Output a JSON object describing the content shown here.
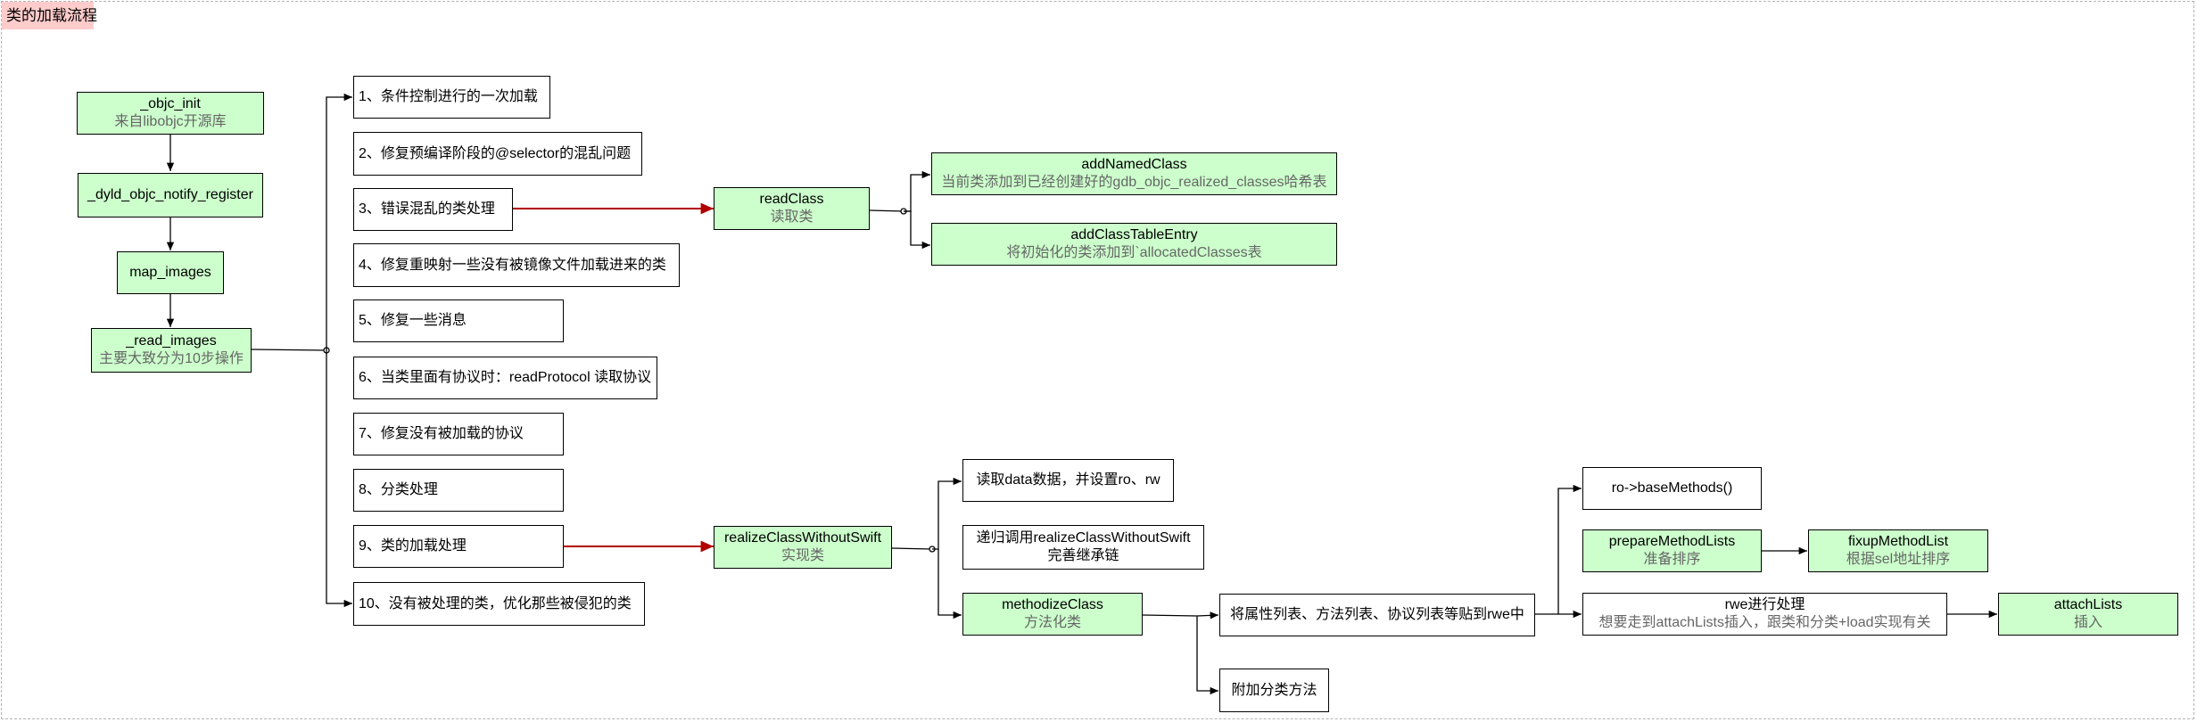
{
  "title": "类的加载流程",
  "colors": {
    "node_fill": "#ccffcc",
    "title_fill": "#ffcccc",
    "red_edge": "#b20000",
    "sub_text": "#666666"
  },
  "flow": {
    "objc_init": {
      "label": "_objc_init",
      "sub": "来自libobjc开源库"
    },
    "dyld_notify": {
      "label": "_dyld_objc_notify_register"
    },
    "map_images": {
      "label": "map_images"
    },
    "read_images": {
      "label": "_read_images",
      "sub": "主要大致分为10步操作"
    }
  },
  "steps": [
    "1、条件控制进行的一次加载",
    "2、修复预编译阶段的@selector的混乱问题",
    "3、错误混乱的类处理",
    "4、修复重映射一些没有被镜像文件加载进来的类",
    "5、修复一些消息",
    "6、当类里面有协议时：readProtocol 读取协议",
    "7、修复没有被加载的协议",
    "8、分类处理",
    "9、类的加载处理",
    "10、没有被处理的类，优化那些被侵犯的类"
  ],
  "read_class": {
    "label": "readClass",
    "sub": "读取类",
    "add_named": {
      "label": "addNamedClass",
      "sub": "当前类添加到已经创建好的gdb_objc_realized_classes哈希表"
    },
    "add_table": {
      "label": "addClassTableEntry",
      "sub": "将初始化的类添加到`allocatedClasses表"
    }
  },
  "realize": {
    "label": "realizeClassWithoutSwift",
    "sub": "实现类",
    "read_data": "读取data数据，并设置ro、rw",
    "recursive": {
      "line1": "递归调用realizeClassWithoutSwift",
      "line2": "完善继承链"
    },
    "methodize": {
      "label": "methodizeClass",
      "sub": "方法化类"
    }
  },
  "attach": {
    "paste": "将属性列表、方法列表、协议列表等贴到rwe中",
    "category": "附加分类方法",
    "base_methods": "ro->baseMethods()",
    "prepare": {
      "label": "prepareMethodLists",
      "sub": "准备排序"
    },
    "fixup": {
      "label": "fixupMethodList",
      "sub": "根据sel地址排序"
    },
    "rwe": {
      "label": "rwe进行处理",
      "sub": "想要走到attachLists插入，跟类和分类+load实现有关"
    },
    "attach_lists": {
      "label": "attachLists",
      "sub": "插入"
    }
  }
}
